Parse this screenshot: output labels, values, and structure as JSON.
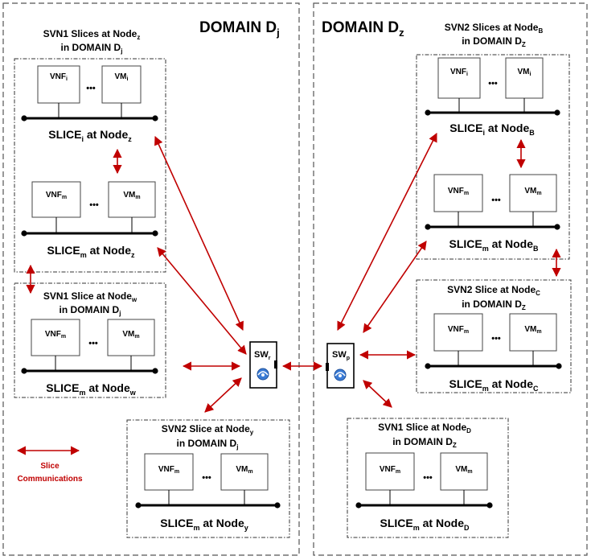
{
  "domains": {
    "dj": {
      "title": "DOMAIN D",
      "sub": "j"
    },
    "dz": {
      "title": "DOMAIN D",
      "sub": "z"
    }
  },
  "groups": {
    "g1": {
      "l1": {
        "a": "SVN1 Slices at Node",
        "b": "z"
      },
      "l2": {
        "a": "in DOMAIN D",
        "b": "j"
      },
      "slices": {
        "s1": {
          "vnf": {
            "a": "VNF",
            "b": "i"
          },
          "dots": "•••",
          "vm": {
            "a": "VM",
            "b": "i"
          },
          "label": {
            "a": "SLICE",
            "b": "i",
            "c": "  at Node",
            "d": "z"
          }
        },
        "s2": {
          "vnf": {
            "a": "VNF",
            "b": "m"
          },
          "dots": "•••",
          "vm": {
            "a": "VM",
            "b": "m"
          },
          "label": {
            "a": "SLICE",
            "b": "m",
            "c": "  at Node",
            "d": "z"
          }
        }
      }
    },
    "g2": {
      "l1": {
        "a": "SVN1 Slice at Node",
        "b": "w"
      },
      "l2": {
        "a": "in DOMAIN D",
        "b": "j"
      },
      "vnf": {
        "a": "VNF",
        "b": "m"
      },
      "dots": "•••",
      "vm": {
        "a": "VM",
        "b": "m"
      },
      "label": {
        "a": "SLICE",
        "b": "m",
        "c": "  at Node",
        "d": "w"
      }
    },
    "g3": {
      "l1": {
        "a": "SVN2 Slice at Node",
        "b": "y"
      },
      "l2": {
        "a": "in DOMAIN D",
        "b": "j"
      },
      "vnf": {
        "a": "VNF",
        "b": "m"
      },
      "dots": "•••",
      "vm": {
        "a": "VM",
        "b": "m"
      },
      "label": {
        "a": "SLICE",
        "b": "m",
        "c": "  at Node",
        "d": "y"
      }
    },
    "g4": {
      "l1": {
        "a": "SVN2 Slices at Node",
        "b": "B"
      },
      "l2": {
        "a": "in DOMAIN D",
        "b": "Z"
      },
      "slices": {
        "s1": {
          "vnf": {
            "a": "VNF",
            "b": "i"
          },
          "dots": "•••",
          "vm": {
            "a": "VM",
            "b": "i"
          },
          "label": {
            "a": "SLICE",
            "b": "i",
            "c": "  at Node",
            "d": "B"
          }
        },
        "s2": {
          "vnf": {
            "a": "VNF",
            "b": "m"
          },
          "dots": "•••",
          "vm": {
            "a": "VM",
            "b": "m"
          },
          "label": {
            "a": "SLICE",
            "b": "m",
            "c": "  at Node",
            "d": "B"
          }
        }
      }
    },
    "g5": {
      "l1": {
        "a": "SVN2 Slice at Node",
        "b": "C"
      },
      "l2": {
        "a": "in DOMAIN D",
        "b": "Z"
      },
      "vnf": {
        "a": "VNF",
        "b": "m"
      },
      "dots": "•••",
      "vm": {
        "a": "VM",
        "b": "m"
      },
      "label": {
        "a": "SLICE",
        "b": "m",
        "c": "  at Node",
        "d": "C"
      }
    },
    "g6": {
      "l1": {
        "a": "SVN1 Slice at Node",
        "b": "D"
      },
      "l2": {
        "a": "in DOMAIN D",
        "b": "Z"
      },
      "vnf": {
        "a": "VNF",
        "b": "m"
      },
      "dots": "•••",
      "vm": {
        "a": "VM",
        "b": "m"
      },
      "label": {
        "a": "SLICE",
        "b": "m",
        "c": "  at Node",
        "d": "D"
      }
    }
  },
  "switches": {
    "swr": {
      "a": "SW",
      "b": "r"
    },
    "swp": {
      "a": "SW",
      "b": "p"
    }
  },
  "legend": {
    "line1": "Slice",
    "line2": "Communications"
  },
  "colors": {
    "arrow": "#c00000",
    "text": "#000000"
  }
}
